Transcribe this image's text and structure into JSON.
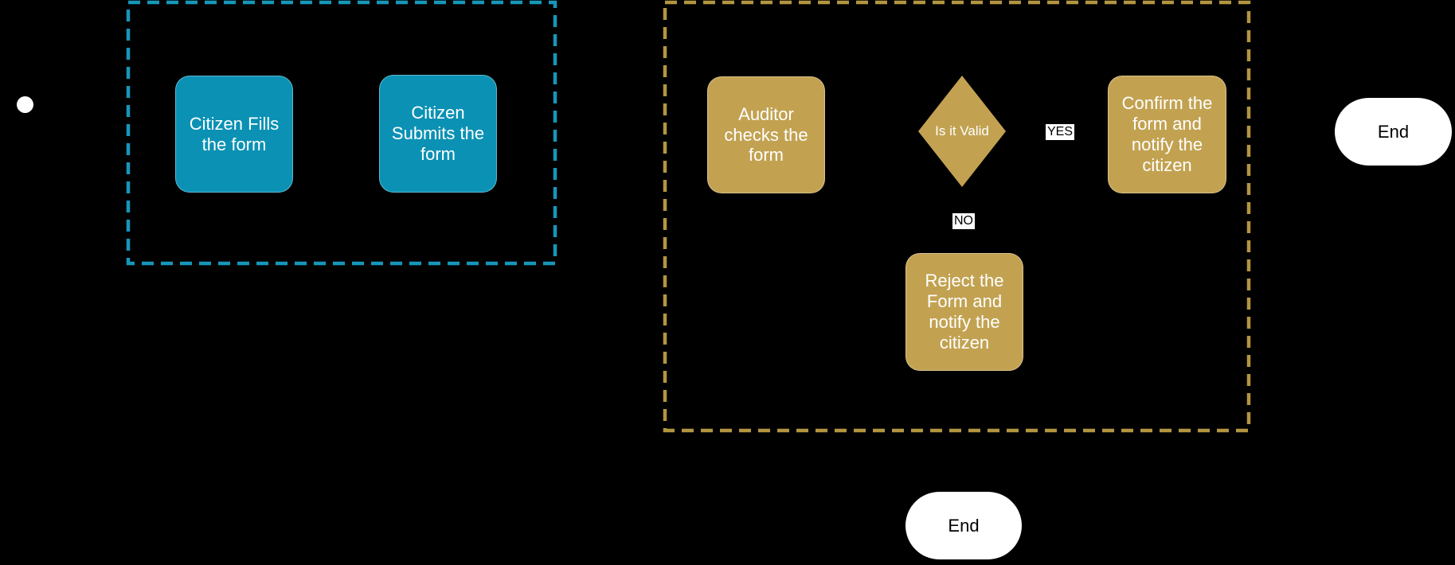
{
  "colors": {
    "background": "#000000",
    "teal": "#0b91b4",
    "teal_dash": "#1697ba",
    "gold": "#c2a251",
    "gold_dash": "#b39540",
    "node_text": "#ffffff",
    "end_fill": "#ffffff",
    "end_text": "#000000",
    "label_bg": "#ffffff",
    "label_text": "#000000"
  },
  "diagram": {
    "type": "flowchart",
    "start_event": {
      "name": "start"
    },
    "groups": {
      "citizen": {
        "role": "citizen-lane"
      },
      "auditor": {
        "role": "auditor-lane"
      }
    },
    "nodes": {
      "fill_form": {
        "label": "Citizen Fills the form"
      },
      "submit_form": {
        "label": "Citizen Submits the form"
      },
      "auditor_checks": {
        "label": "Auditor checks the form"
      },
      "gateway": {
        "label": "Is it Valid"
      },
      "confirm": {
        "label": "Confirm the form and notify the citizen"
      },
      "reject": {
        "label": "Reject the Form and notify the citizen"
      },
      "end_right": {
        "label": "End"
      },
      "end_bottom": {
        "label": "End"
      }
    },
    "edge_labels": {
      "yes": "YES",
      "no": "NO"
    }
  }
}
